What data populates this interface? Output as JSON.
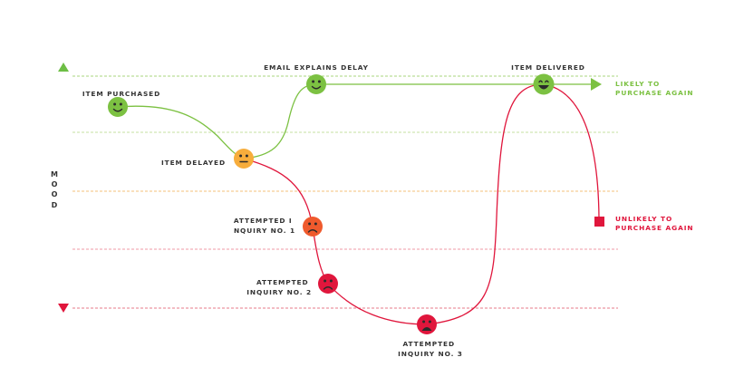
{
  "axis": {
    "letters": [
      "M",
      "O",
      "O",
      "D"
    ],
    "top_color": "#6dbe45",
    "bottom_color": "#e0163c"
  },
  "levels": [
    {
      "color": "#a8d47c"
    },
    {
      "color": "#c6e0a0"
    },
    {
      "color": "#f3c27a"
    },
    {
      "color": "#ef9aa6"
    },
    {
      "color": "#e7788a"
    }
  ],
  "steps": [
    {
      "label": [
        "ITEM PURCHASED"
      ],
      "mood": "happy",
      "color": "#7cc142"
    },
    {
      "label": [
        "ITEM DELAYED"
      ],
      "mood": "neutral",
      "color": "#f7ad3c"
    },
    {
      "label": [
        "EMAIL EXPLAINS DELAY"
      ],
      "mood": "happy",
      "color": "#7cc142"
    },
    {
      "label": [
        "ATTEMPTED I",
        "NQUIRY NO. 1"
      ],
      "mood": "sad",
      "color": "#ef5a2d"
    },
    {
      "label": [
        "ATTEMPTED",
        "INQUIRY NO. 2"
      ],
      "mood": "sad",
      "color": "#e0163c"
    },
    {
      "label": [
        "ATTEMPTED",
        "INQUIRY NO. 3"
      ],
      "mood": "angry",
      "color": "#e0163c"
    },
    {
      "label": [
        "ITEM DELIVERED"
      ],
      "mood": "delighted",
      "color": "#7cc142"
    }
  ],
  "outcomes": {
    "likely": {
      "lines": [
        "LIKELY TO",
        "PURCHASE AGAIN"
      ],
      "color": "#7cc142"
    },
    "unlikely": {
      "lines": [
        "UNLIKELY TO",
        "PURCHASE AGAIN"
      ],
      "color": "#e0163c"
    }
  },
  "paths": {
    "green_color": "#7cc142",
    "red_color": "#e0163c"
  }
}
